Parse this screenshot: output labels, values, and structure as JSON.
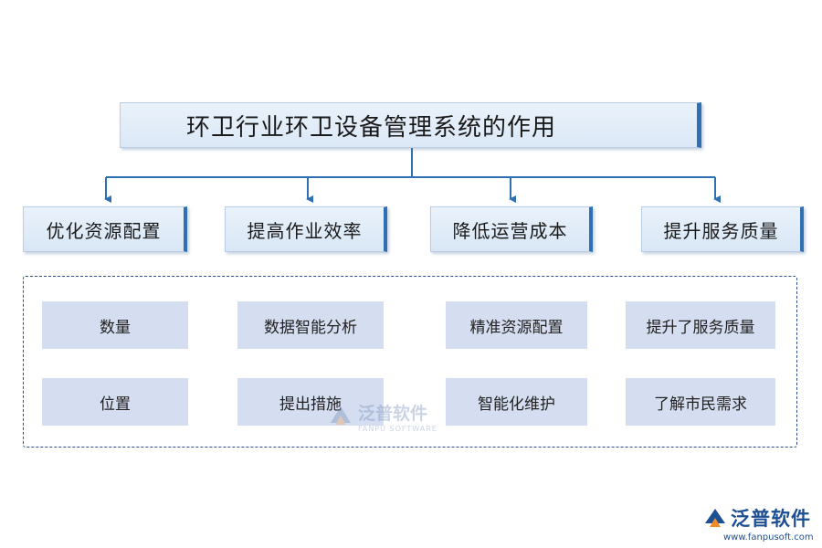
{
  "title": "环卫行业环卫设备管理系统的作用",
  "categories": [
    {
      "label": "优化资源配置"
    },
    {
      "label": "提高作业效率"
    },
    {
      "label": "降低运营成本"
    },
    {
      "label": "提升服务质量"
    }
  ],
  "detail_items": [
    {
      "label": "数量"
    },
    {
      "label": "数据智能分析"
    },
    {
      "label": "精准资源配置"
    },
    {
      "label": "提升了服务质量"
    },
    {
      "label": "位置"
    },
    {
      "label": "提出措施"
    },
    {
      "label": "智能化维护"
    },
    {
      "label": "了解市民需求"
    }
  ],
  "watermark": {
    "cn": "泛普软件",
    "en": "FANPU SOFTWARE"
  },
  "logo": {
    "cn": "泛普软件",
    "url": "www.fanpusoft.com"
  },
  "colors": {
    "accent": "#2f6fb3",
    "box_fill": "#d5ddf0",
    "dash_border": "#2b4f86"
  }
}
